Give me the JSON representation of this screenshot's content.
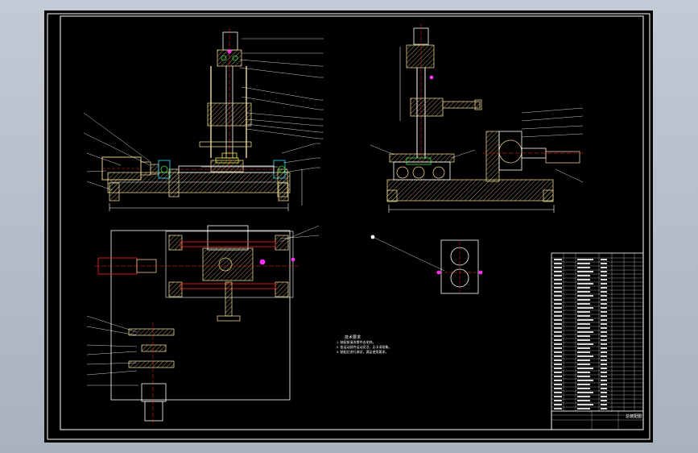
{
  "colors": {
    "background": "#000000",
    "viewport": "#b4bcc8",
    "frame": "#ffffff",
    "part": "#e2ce8e",
    "red": "#ff2020",
    "cyan": "#38e0ff",
    "yellow": "#f0f028",
    "green": "#40e040",
    "magenta": "#ff30ff",
    "leader": "#ffffff"
  },
  "views": [
    "front-view",
    "side-view",
    "top-view",
    "detail-view"
  ],
  "technical_requirements": {
    "heading": "技术要求",
    "lines": [
      "1. 装配前清洗零件去毛刺。",
      "2. 各运动部件运动灵活，无卡滞现象。",
      "3. 装配后进行调试，满足使用要求。"
    ]
  },
  "title_block": {
    "drawing_title": "总装配图"
  },
  "icons": [
    "crosshair-icon",
    "leader-dot-icon"
  ]
}
